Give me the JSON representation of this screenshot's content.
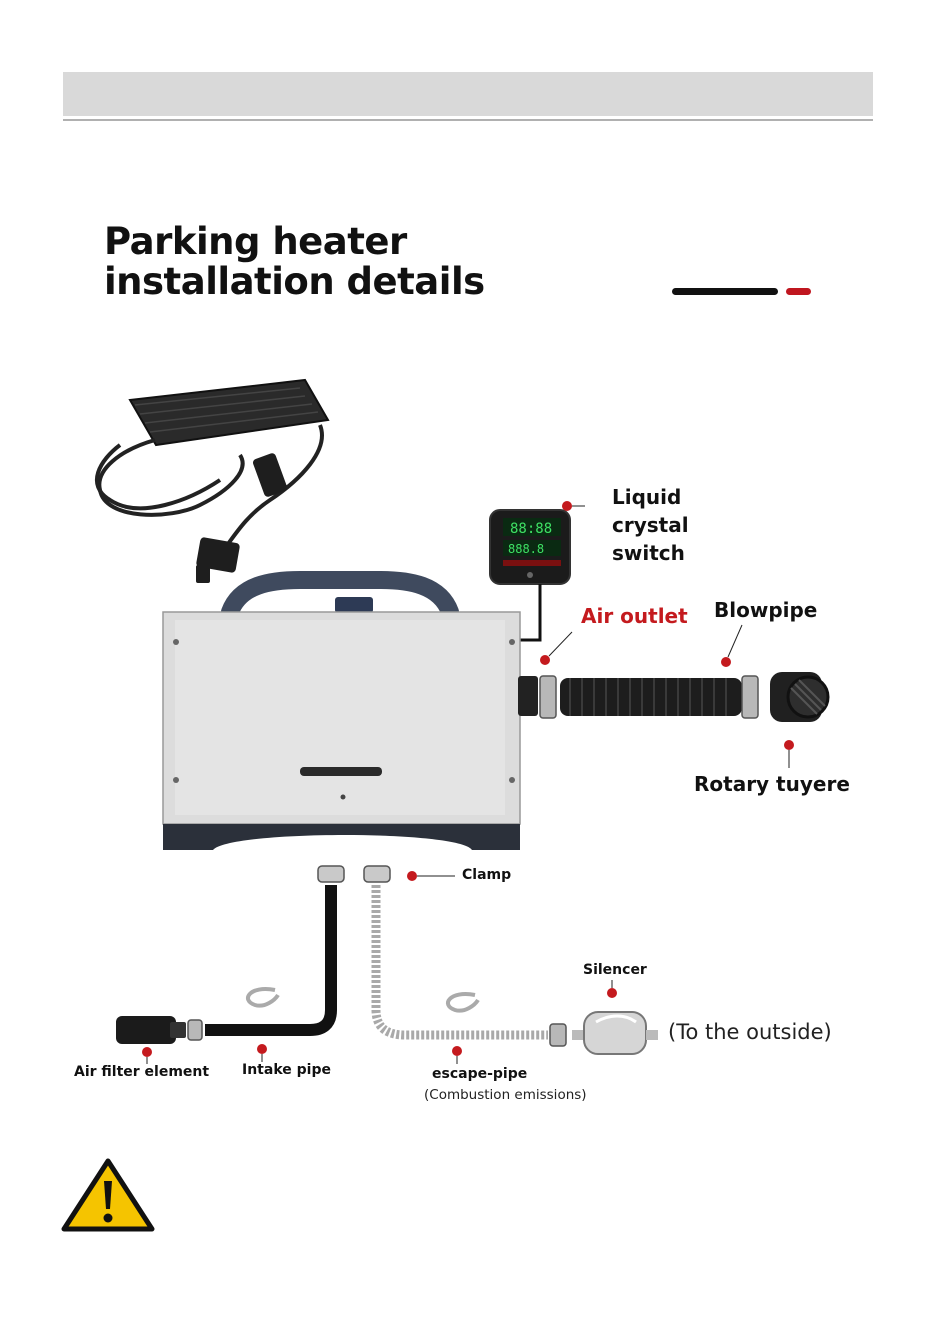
{
  "page": {
    "title_line1": "Parking heater",
    "title_line2": "installation details"
  },
  "labels": {
    "lcd_switch": [
      "Liquid",
      "crystal",
      "switch"
    ],
    "air_outlet": "Air outlet",
    "blowpipe": "Blowpipe",
    "rotary_tuyere": "Rotary tuyere",
    "clamp": "Clamp",
    "silencer": "Silencer",
    "to_outside": "(To the outside)",
    "air_filter": "Air filter element",
    "intake_pipe": "Intake pipe",
    "escape_pipe": "escape-pipe",
    "combustion": "(Combustion emissions)"
  },
  "colors": {
    "accent_red": "#c41a1e",
    "header_gray": "#d9d9d9",
    "warning_yellow": "#f5c400"
  },
  "icons": {
    "warning": "warning-triangle-icon"
  }
}
